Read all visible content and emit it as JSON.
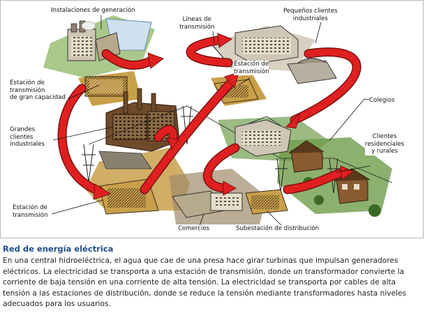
{
  "diagram": {
    "labels": {
      "generation": "Instalaciones de generación",
      "lines": "Líneas de\ntransmisión",
      "small_industrial": "Pequeños clientes\nindustriales",
      "high_capacity_station": "Estación de\ntransmisión\nde gran capacidad",
      "transmission_station_top": "Estación de\ntransmisión",
      "colleges": "Colegios",
      "large_industrial": "Grandes\nclientes\nindustriales",
      "residential": "Clientes\nresidenciales\ny rurales",
      "transmission_station_bottom": "Estación de\ntransmisión",
      "commerce": "Comercios",
      "distribution_substation": "Subestación de distribución"
    },
    "colors": {
      "arrow": "#e02020",
      "arrow_outline": "#7a1010",
      "ground": "#c9a04a",
      "grass": "#4f8a2e",
      "building_dark": "#6e4a2a",
      "building_light": "#cfc6b5"
    }
  },
  "caption": {
    "title": "Red de energía eléctrica",
    "body": "En una central hidroeléctrica, el agua que cae de una presa hace girar turbinas que impulsan generadores eléctricos. La electricidad se transporta a una estación de transmisión, donde un transformador convierte la corriente de baja tensión en una corriente de alta tensión. La electricidad se transporta por cables de alta tensión a las estaciones de distribución, donde se reduce la tensión mediante transformadores hasta niveles adecuados para los usuarios."
  }
}
